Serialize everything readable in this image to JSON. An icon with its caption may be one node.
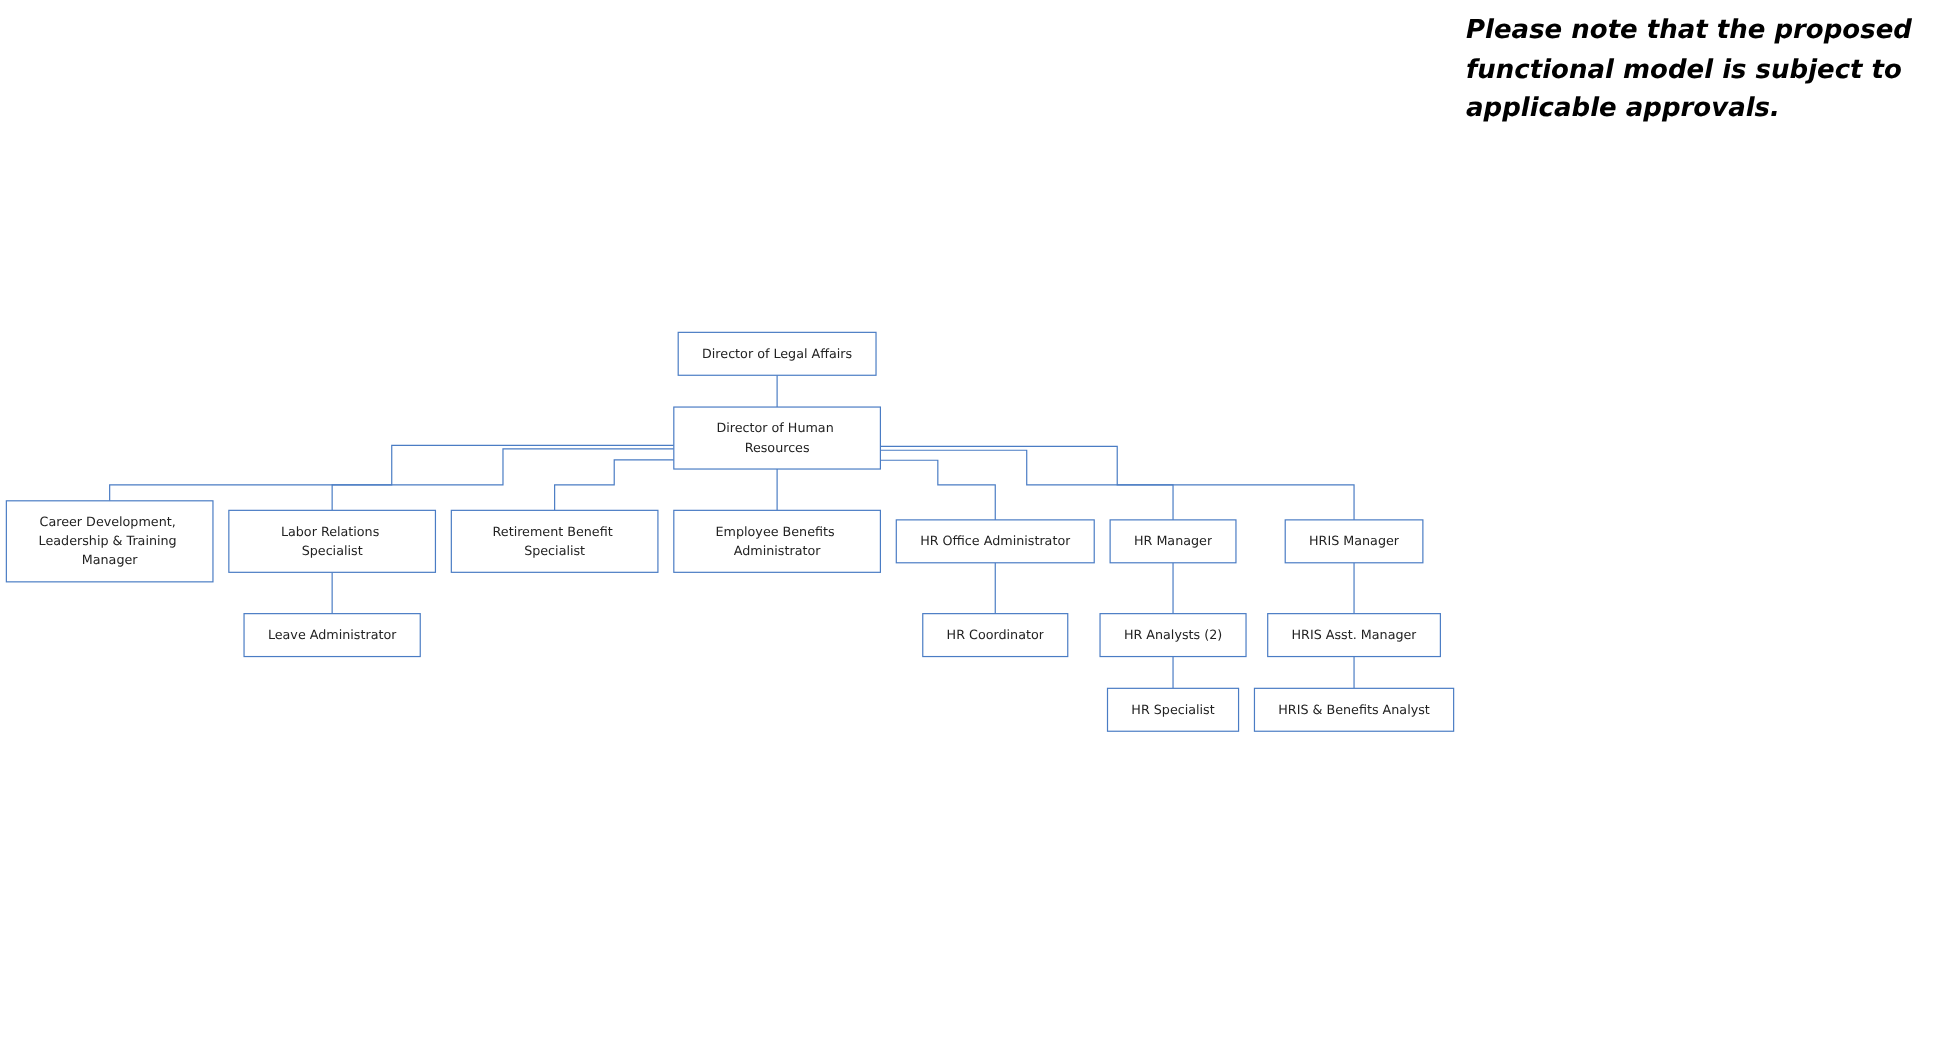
{
  "diagram": {
    "nodes": [
      {
        "text": [
          "Director of Legal Affairs"
        ]
      },
      {
        "text": [
          "Director of Human Resources"
        ]
      },
      {
        "text": [
          "Career Development, Leadership & Training Manager"
        ]
      },
      {
        "text": [
          "Labor Relations Specialist"
        ]
      },
      {
        "text": [
          "Leave Administrator"
        ]
      },
      {
        "text": [
          "Retirement Benefit Specialist"
        ]
      },
      {
        "text": [
          "Employee Benefits Administrator"
        ]
      },
      {
        "text": [
          "HR Office Administrator"
        ]
      },
      {
        "text": [
          "HR Coordinator"
        ]
      },
      {
        "text": [
          "HR Manager"
        ]
      },
      {
        "text": [
          "HR Analysts (2)"
        ]
      },
      {
        "text": [
          "HR Specialist"
        ]
      },
      {
        "text": [
          "HRIS Manager"
        ]
      },
      {
        "text": [
          "HRIS Asst. Manager"
        ]
      },
      {
        "text": [
          "HRIS & Benefits Analyst"
        ]
      }
    ],
    "edges": [
      {
        "from": 0,
        "to": 1,
        "arrow": "none"
      },
      {
        "from": 1,
        "to": 2,
        "arrow": "none"
      },
      {
        "from": 1,
        "to": 3,
        "arrow": "none"
      },
      {
        "from": 3,
        "to": 4,
        "arrow": "none"
      },
      {
        "from": 1,
        "to": 5,
        "arrow": "none"
      },
      {
        "from": 1,
        "to": 6,
        "arrow": "none"
      },
      {
        "from": 1,
        "to": 7,
        "arrow": "none"
      },
      {
        "from": 1,
        "to": 9,
        "arrow": "none"
      },
      {
        "from": 1,
        "to": 12,
        "arrow": "none"
      },
      {
        "from": 7,
        "to": 8,
        "arrow": "none"
      },
      {
        "from": 9,
        "to": 10,
        "arrow": "none"
      },
      {
        "from": 10,
        "to": 11,
        "arrow": "none"
      },
      {
        "from": 12,
        "to": 13,
        "arrow": "none"
      },
      {
        "from": 13,
        "to": 14,
        "arrow": "none"
      }
    ],
    "labels": [
      "Please note that the proposed functional model is subject to applicable approvals."
    ]
  }
}
